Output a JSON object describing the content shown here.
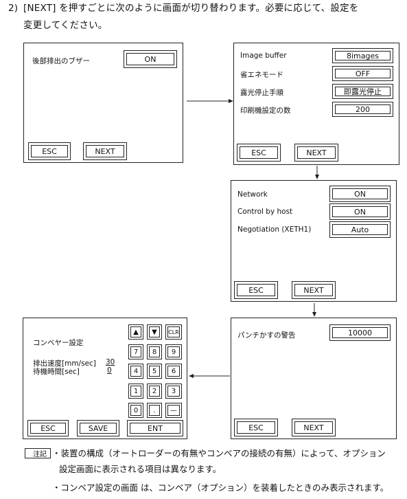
{
  "intro": {
    "number": "2)",
    "line1": "[NEXT] を押すごとに次のように画面が切り替わります。必要に応じて、設定を",
    "line2": "変更してください。"
  },
  "screen1": {
    "label": "後部排出のブザー",
    "value": "ON",
    "esc": "ESC",
    "next": "NEXT"
  },
  "screen2": {
    "rows": [
      {
        "label": "Image buffer",
        "value": "8images"
      },
      {
        "label": "省エネモード",
        "value": "OFF"
      },
      {
        "label": "露光停止手順",
        "value": "即露光停止"
      },
      {
        "label": "印刷機設定の数",
        "value": "200"
      }
    ],
    "esc": "ESC",
    "next": "NEXT"
  },
  "screen3": {
    "rows": [
      {
        "label": "Network",
        "value": "ON"
      },
      {
        "label": "Control by host",
        "value": "ON"
      },
      {
        "label": "Negotiation (XETH1)",
        "value": "Auto"
      }
    ],
    "esc": "ESC",
    "next": "NEXT"
  },
  "screen4": {
    "label": "パンチかすの警告",
    "value": "10000",
    "esc": "ESC",
    "next": "NEXT"
  },
  "screen5": {
    "title": "コンベヤー設定",
    "speed_label": "排出速度[mm/sec]",
    "speed_value": "30",
    "wait_label": "待機時間[sec]",
    "wait_value": "0",
    "keys": {
      "up": "▲",
      "down": "▼",
      "clr": "CLR",
      "k7": "7",
      "k8": "8",
      "k9": "9",
      "k4": "4",
      "k5": "5",
      "k6": "6",
      "k1": "1",
      "k2": "2",
      "k3": "3",
      "k0": "0",
      "dot": ".",
      "minus": "—"
    },
    "esc": "ESC",
    "save": "SAVE",
    "ent": "ENT"
  },
  "notes": {
    "badge": "注記",
    "bullet1_line1": "・装置の構成（オートローダーの有無やコンベアの接続の有無）によって、オプション",
    "bullet1_line2": "設定画面に表示される項目は異なります。",
    "bullet2": "・コンベア設定の画面 は、コンベア（オプション）を装着したときのみ表示されます。"
  }
}
